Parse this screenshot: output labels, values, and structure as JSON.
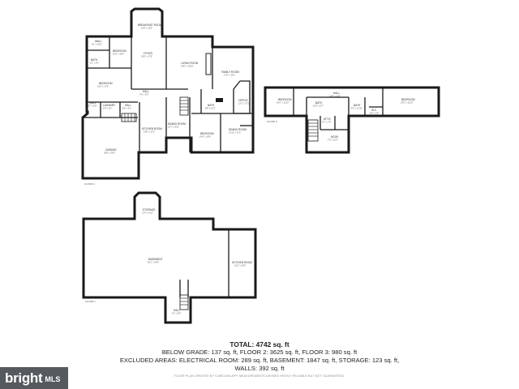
{
  "floors": [
    {
      "id": "floor-2",
      "label": "FLOOR 2",
      "rooms": [
        {
          "name": "WALL",
          "dim": "5'1\" x 5'10\""
        },
        {
          "name": "BEDROOM",
          "dim": "16'5\" x 14'4\""
        },
        {
          "name": "BATH",
          "dim": "5'1\" x 9'1\""
        },
        {
          "name": "BEDROOM",
          "dim": "16'3\" x 17'4\""
        },
        {
          "name": "BREAKFAST ROOM",
          "dim": "11'8\" x 12'5\""
        },
        {
          "name": "FOYER",
          "dim": "19'0\" x 17'6\""
        },
        {
          "name": "LIVING ROOM",
          "dim": "19'8\" x 16'10\""
        },
        {
          "name": "FAMILY ROOM",
          "dim": "17'9\" x 14'1\""
        },
        {
          "name": "HALL",
          "dim": "7'6\" x 6'3\""
        },
        {
          "name": "LAUNDRY",
          "dim": "6'4\" x 5'1\""
        },
        {
          "name": "WALL",
          "dim": "4'7\" x 9'3\""
        },
        {
          "name": "HALL",
          "dim": "8'5\" x 5'1\""
        },
        {
          "name": "BATH",
          "dim": "8'8\" x 10'1\""
        },
        {
          "name": "KITCHEN ROOM",
          "dim": "14'8\" x 17'0\""
        },
        {
          "name": "DINING ROOM",
          "dim": "12'7\" x 9'11\""
        },
        {
          "name": "BEDROOM",
          "dim": "14'6\" x 18'6\""
        },
        {
          "name": "OFFICE",
          "dim": "12'1\" x 17'1\""
        },
        {
          "name": "DINING ROOM",
          "dim": "13'11\" x 17'1\""
        },
        {
          "name": "GARAGE",
          "dim": "29'8\" x 26'3\""
        }
      ]
    },
    {
      "id": "floor-3",
      "label": "FLOOR 3",
      "rooms": [
        {
          "name": "BEDROOM",
          "dim": "16'4\" x 11'10\""
        },
        {
          "name": "HALL",
          "dim": "14'4\" x 11'0\""
        },
        {
          "name": "BATH",
          "dim": "10'4\" x 6'7\""
        },
        {
          "name": "ATTIC",
          "dim": "9'7\" x 7'9\""
        },
        {
          "name": "BATH",
          "dim": "8'0\" x 11'10\""
        },
        {
          "name": "W.C.",
          "dim": "5'0\" x 4'0\""
        },
        {
          "name": "BEDROOM",
          "dim": "23'5\" x 11'10\""
        },
        {
          "name": "NOOK",
          "dim": "7'0\" x 11'0\""
        }
      ]
    },
    {
      "id": "floor-1",
      "label": "FLOOR 1",
      "rooms": [
        {
          "name": "STORAGE",
          "dim": "11'4\" x 6'11\""
        },
        {
          "name": "BASEMENT",
          "dim": "56'1\" x 24'0\""
        },
        {
          "name": "KITCHEN ROOM",
          "dim": "12'0\" x 30'0\""
        },
        {
          "name": "HALL",
          "dim": "4'1\" x 8'2\""
        }
      ]
    }
  ],
  "totals": {
    "total": "TOTAL: 4742 sq. ft",
    "line2": "BELOW GRADE: 137 sq. ft, FLOOR 2: 3625 sq. ft, FLOOR 3: 980 sq. ft",
    "line3": "EXCLUDED AREAS: ELECTRICAL ROOM: 289 sq. ft, BASEMENT: 1847 sq. ft, STORAGE: 123 sq. ft,",
    "line4": "WALLS: 392 sq. ft"
  },
  "disclaimer": "FLOOR PLAN CREATED BY CUBICASA APP. MEASUREMENTS DEEMED HIGHLY RELIABLE BUT NOT GUARANTEED.",
  "brand": {
    "word": "bright",
    "mls": "MLS",
    "color": "#555a5e"
  }
}
